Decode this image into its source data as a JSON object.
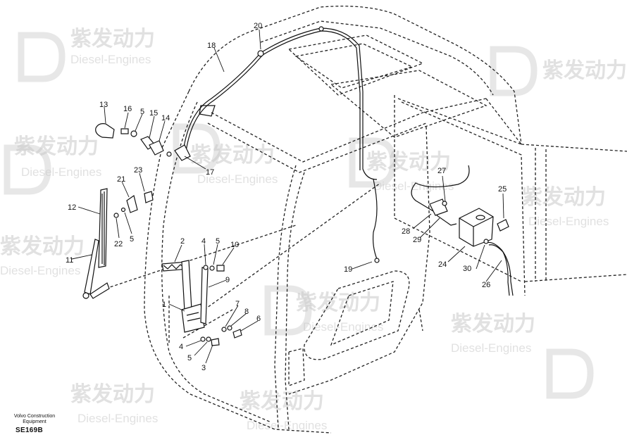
{
  "watermark": {
    "text_cn": "紫发动力",
    "text_en": "Diesel-Engines"
  },
  "footer": {
    "brand_line1": "Volvo Construction",
    "brand_line2": "Equipment",
    "drawing_code": "SE169B"
  },
  "callouts": [
    "1",
    "2",
    "3",
    "4",
    "5",
    "6",
    "7",
    "8",
    "9",
    "10",
    "11",
    "12",
    "13",
    "14",
    "15",
    "16",
    "17",
    "18",
    "19",
    "20",
    "21",
    "22",
    "23",
    "24",
    "25",
    "26",
    "27",
    "28",
    "29",
    "30",
    "4",
    "5",
    "5",
    "5"
  ],
  "colors": {
    "line": "#111111",
    "watermark": "#c9c9c9",
    "background": "#ffffff"
  }
}
